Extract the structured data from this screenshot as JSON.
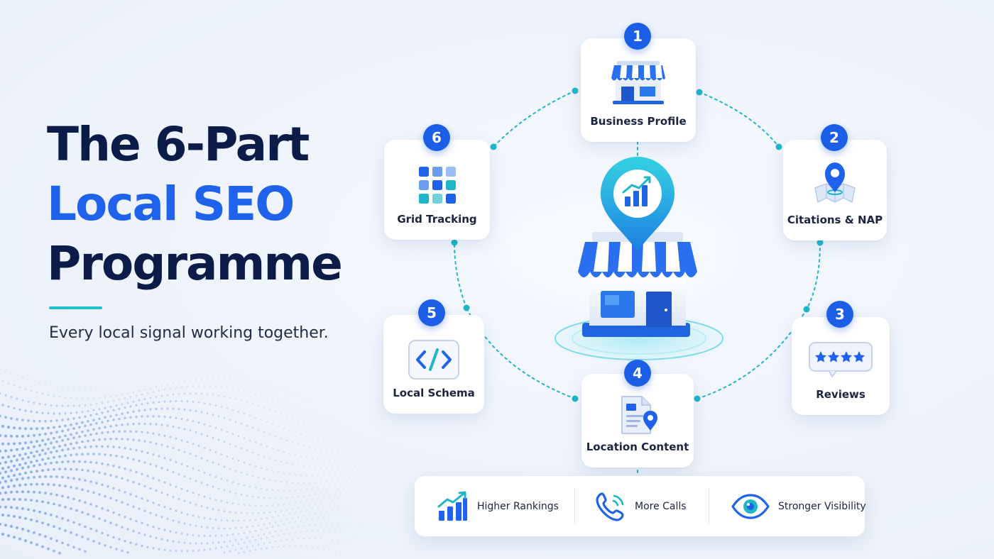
{
  "headline": {
    "line1": "The 6-Part",
    "line2": "Local SEO",
    "line3": "Programme",
    "tagline": "Every local signal working together."
  },
  "steps": [
    {
      "number": "1",
      "label": "Business Profile",
      "icon": "storefront-icon"
    },
    {
      "number": "2",
      "label": "Citations & NAP",
      "icon": "map-pin-icon"
    },
    {
      "number": "3",
      "label": "Reviews",
      "icon": "star-rating-icon"
    },
    {
      "number": "4",
      "label": "Location Content",
      "icon": "document-location-icon"
    },
    {
      "number": "5",
      "label": "Local Schema",
      "icon": "code-icon"
    },
    {
      "number": "6",
      "label": "Grid Tracking",
      "icon": "grid-icon"
    }
  ],
  "benefits": [
    {
      "label": "Higher Rankings",
      "icon": "trending-chart-icon"
    },
    {
      "label": "More Calls",
      "icon": "phone-icon"
    },
    {
      "label": "Stronger Visibility",
      "icon": "eye-icon"
    }
  ],
  "colors": {
    "navy": "#0c1c48",
    "blue": "#1f63ec",
    "teal": "#1fc0cc",
    "background": "#eef3fb"
  }
}
